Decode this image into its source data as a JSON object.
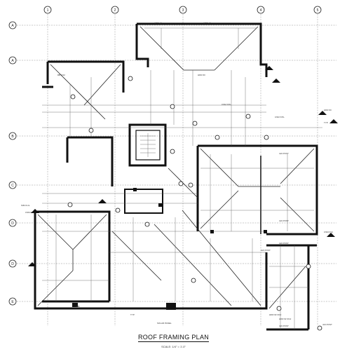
{
  "title": "ROOF FRAMING PLAN",
  "scale": "SCALE: 1/4\" = 1'-0\"",
  "grid_columns": [
    "1",
    "2",
    "3",
    "4",
    "5"
  ],
  "grid_rows": [
    "A",
    "B",
    "C",
    "D",
    "E"
  ],
  "tags": {
    "hdr_a": "HDR #2",
    "hdr_b": "HDR #2",
    "csm_1": "CSM STIL",
    "csm_2": "CSM STIL",
    "post_a": "4x6 POST",
    "post_b": "4x6 POST",
    "post_c": "4x6 POST",
    "post_d": "4x6 POST",
    "post_e": "4x6 POST",
    "post_f": "4x6 POST",
    "ledger": "SOLAR PANEL",
    "sim": "SIM",
    "typ_a": "TYP",
    "typ_b": "TYP",
    "sig_1": "SIM.CLG.",
    "sig_2": "CSM P14",
    "sig_3": "CSM P14",
    "sig_4": "HDR #2 3/12",
    "sig_5": "HDR #2 3/12",
    "sig_6": "RB 3/12",
    "sig_7": "HDR #3",
    "sig_8": "HDR #3"
  }
}
